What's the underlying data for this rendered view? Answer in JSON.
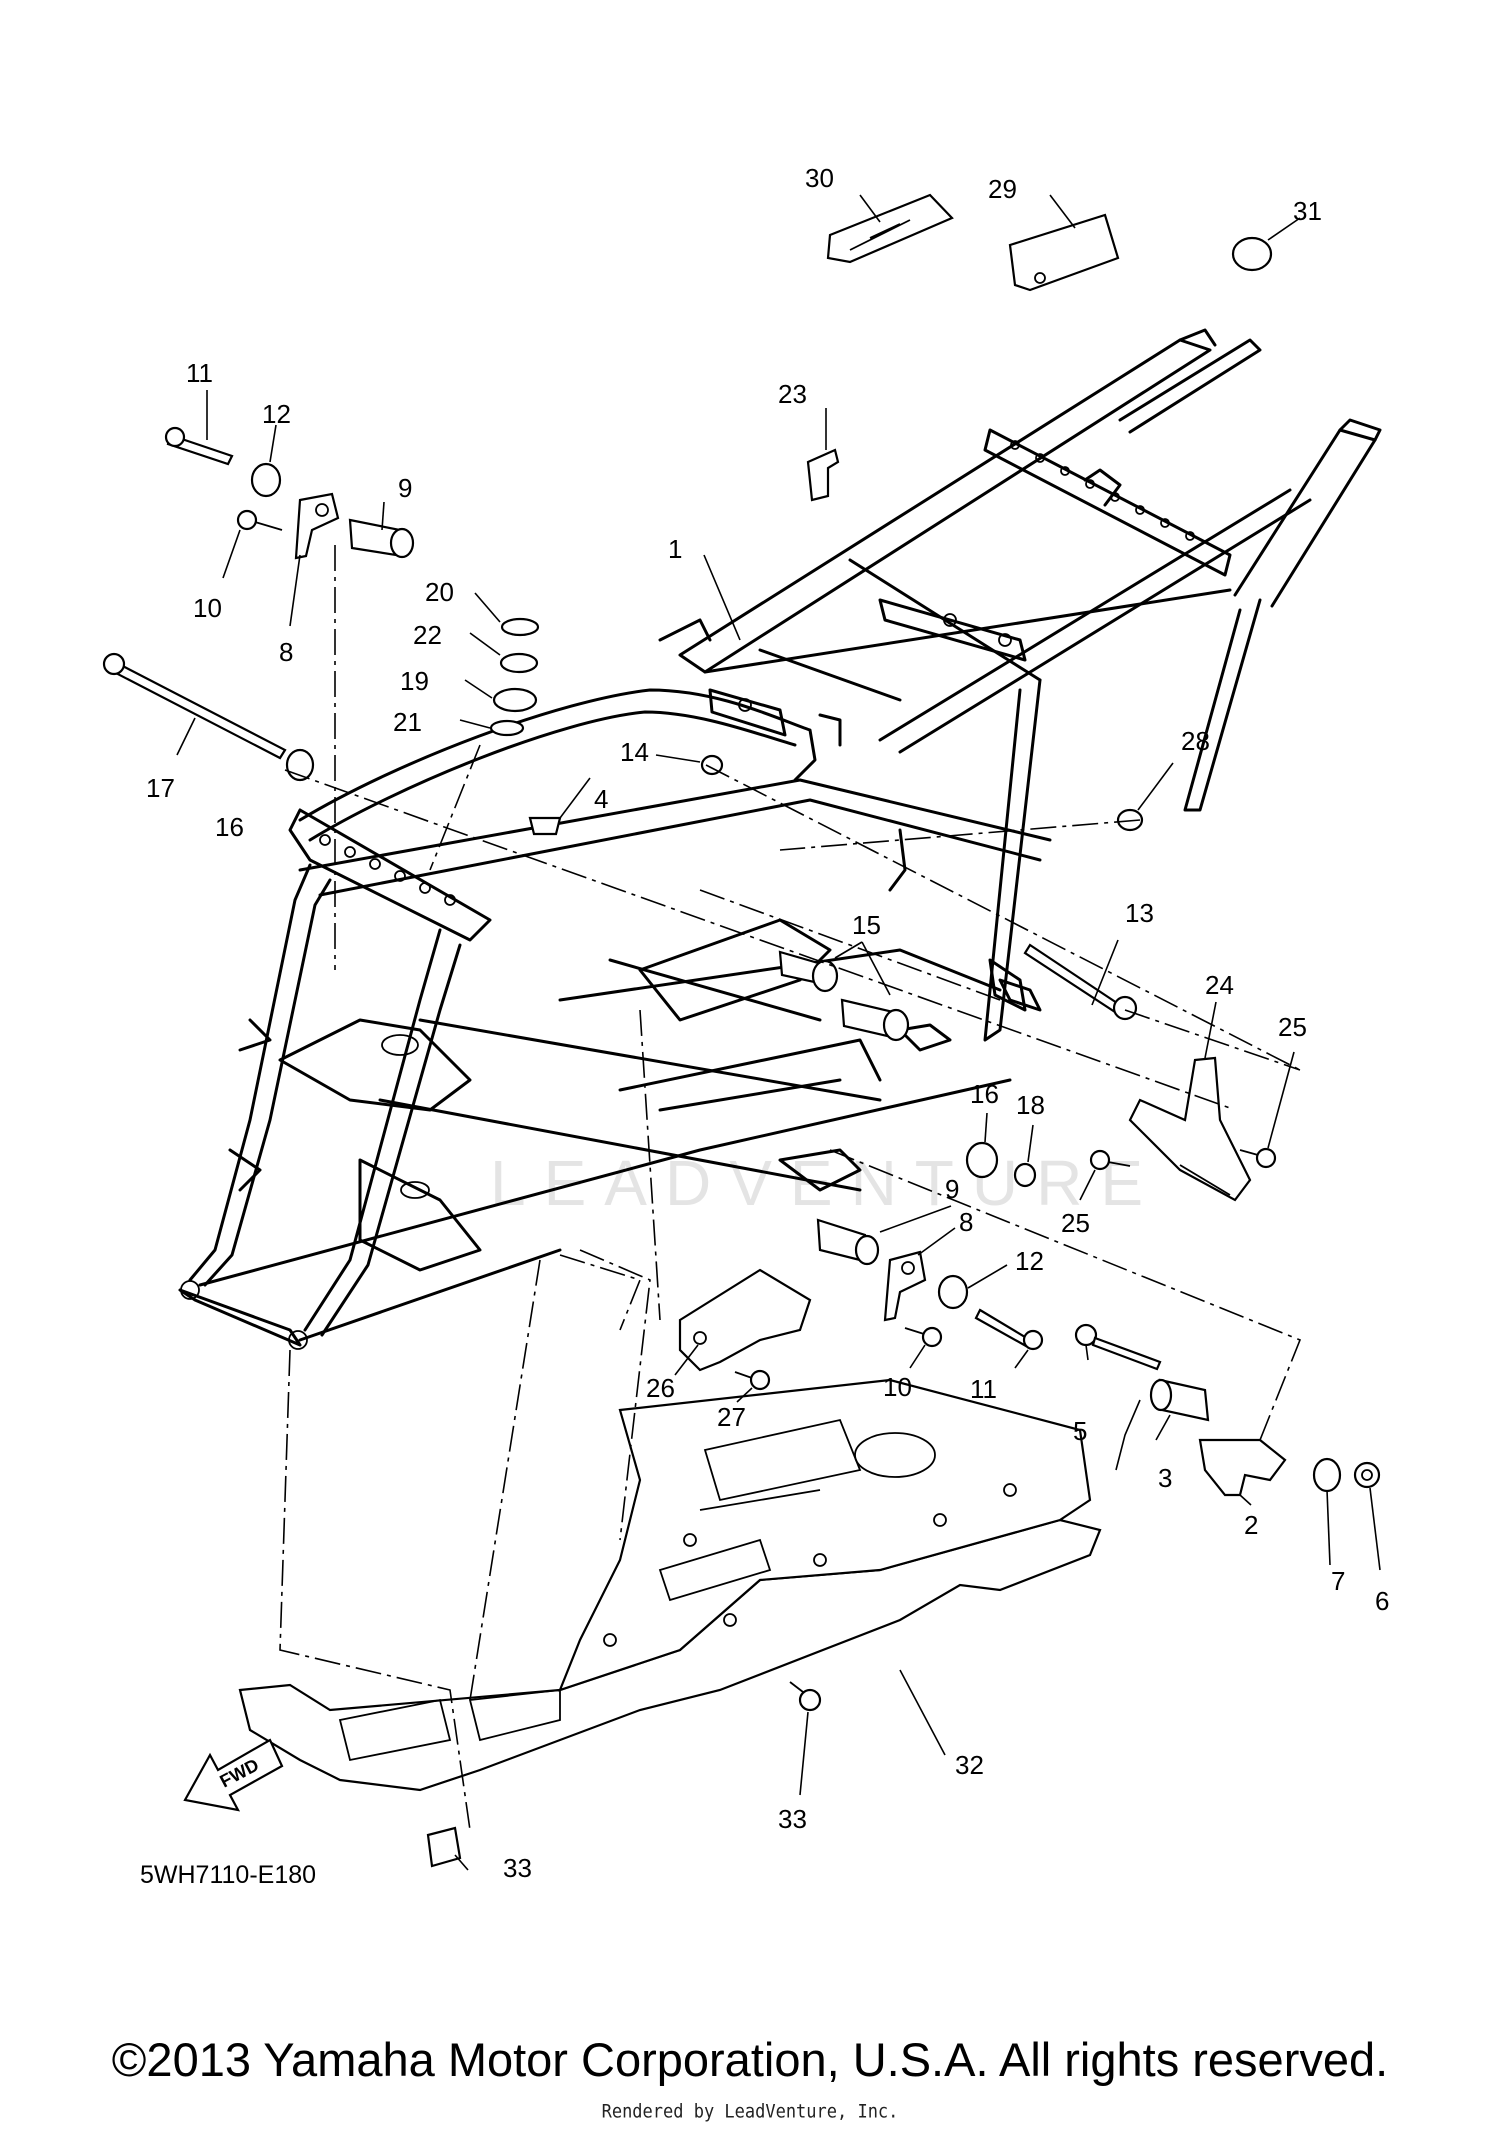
{
  "diagram_code": "5WH7110-E180",
  "fwd_label": "FWD",
  "watermark": "LEADVENTURE",
  "copyright": "©2013 Yamaha Motor Corporation, U.S.A. All rights reserved.",
  "rendered_by": "Rendered by LeadVenture, Inc.",
  "parts": [
    {
      "ref": "1"
    },
    {
      "ref": "2"
    },
    {
      "ref": "3"
    },
    {
      "ref": "4"
    },
    {
      "ref": "5"
    },
    {
      "ref": "6"
    },
    {
      "ref": "7"
    },
    {
      "ref": "8"
    },
    {
      "ref": "9"
    },
    {
      "ref": "10"
    },
    {
      "ref": "11"
    },
    {
      "ref": "12"
    },
    {
      "ref": "13"
    },
    {
      "ref": "14"
    },
    {
      "ref": "15"
    },
    {
      "ref": "16"
    },
    {
      "ref": "17"
    },
    {
      "ref": "18"
    },
    {
      "ref": "19"
    },
    {
      "ref": "20"
    },
    {
      "ref": "21"
    },
    {
      "ref": "22"
    },
    {
      "ref": "23"
    },
    {
      "ref": "24"
    },
    {
      "ref": "25"
    },
    {
      "ref": "26"
    },
    {
      "ref": "27"
    },
    {
      "ref": "28"
    },
    {
      "ref": "29"
    },
    {
      "ref": "30"
    },
    {
      "ref": "31"
    },
    {
      "ref": "32"
    },
    {
      "ref": "33"
    }
  ]
}
